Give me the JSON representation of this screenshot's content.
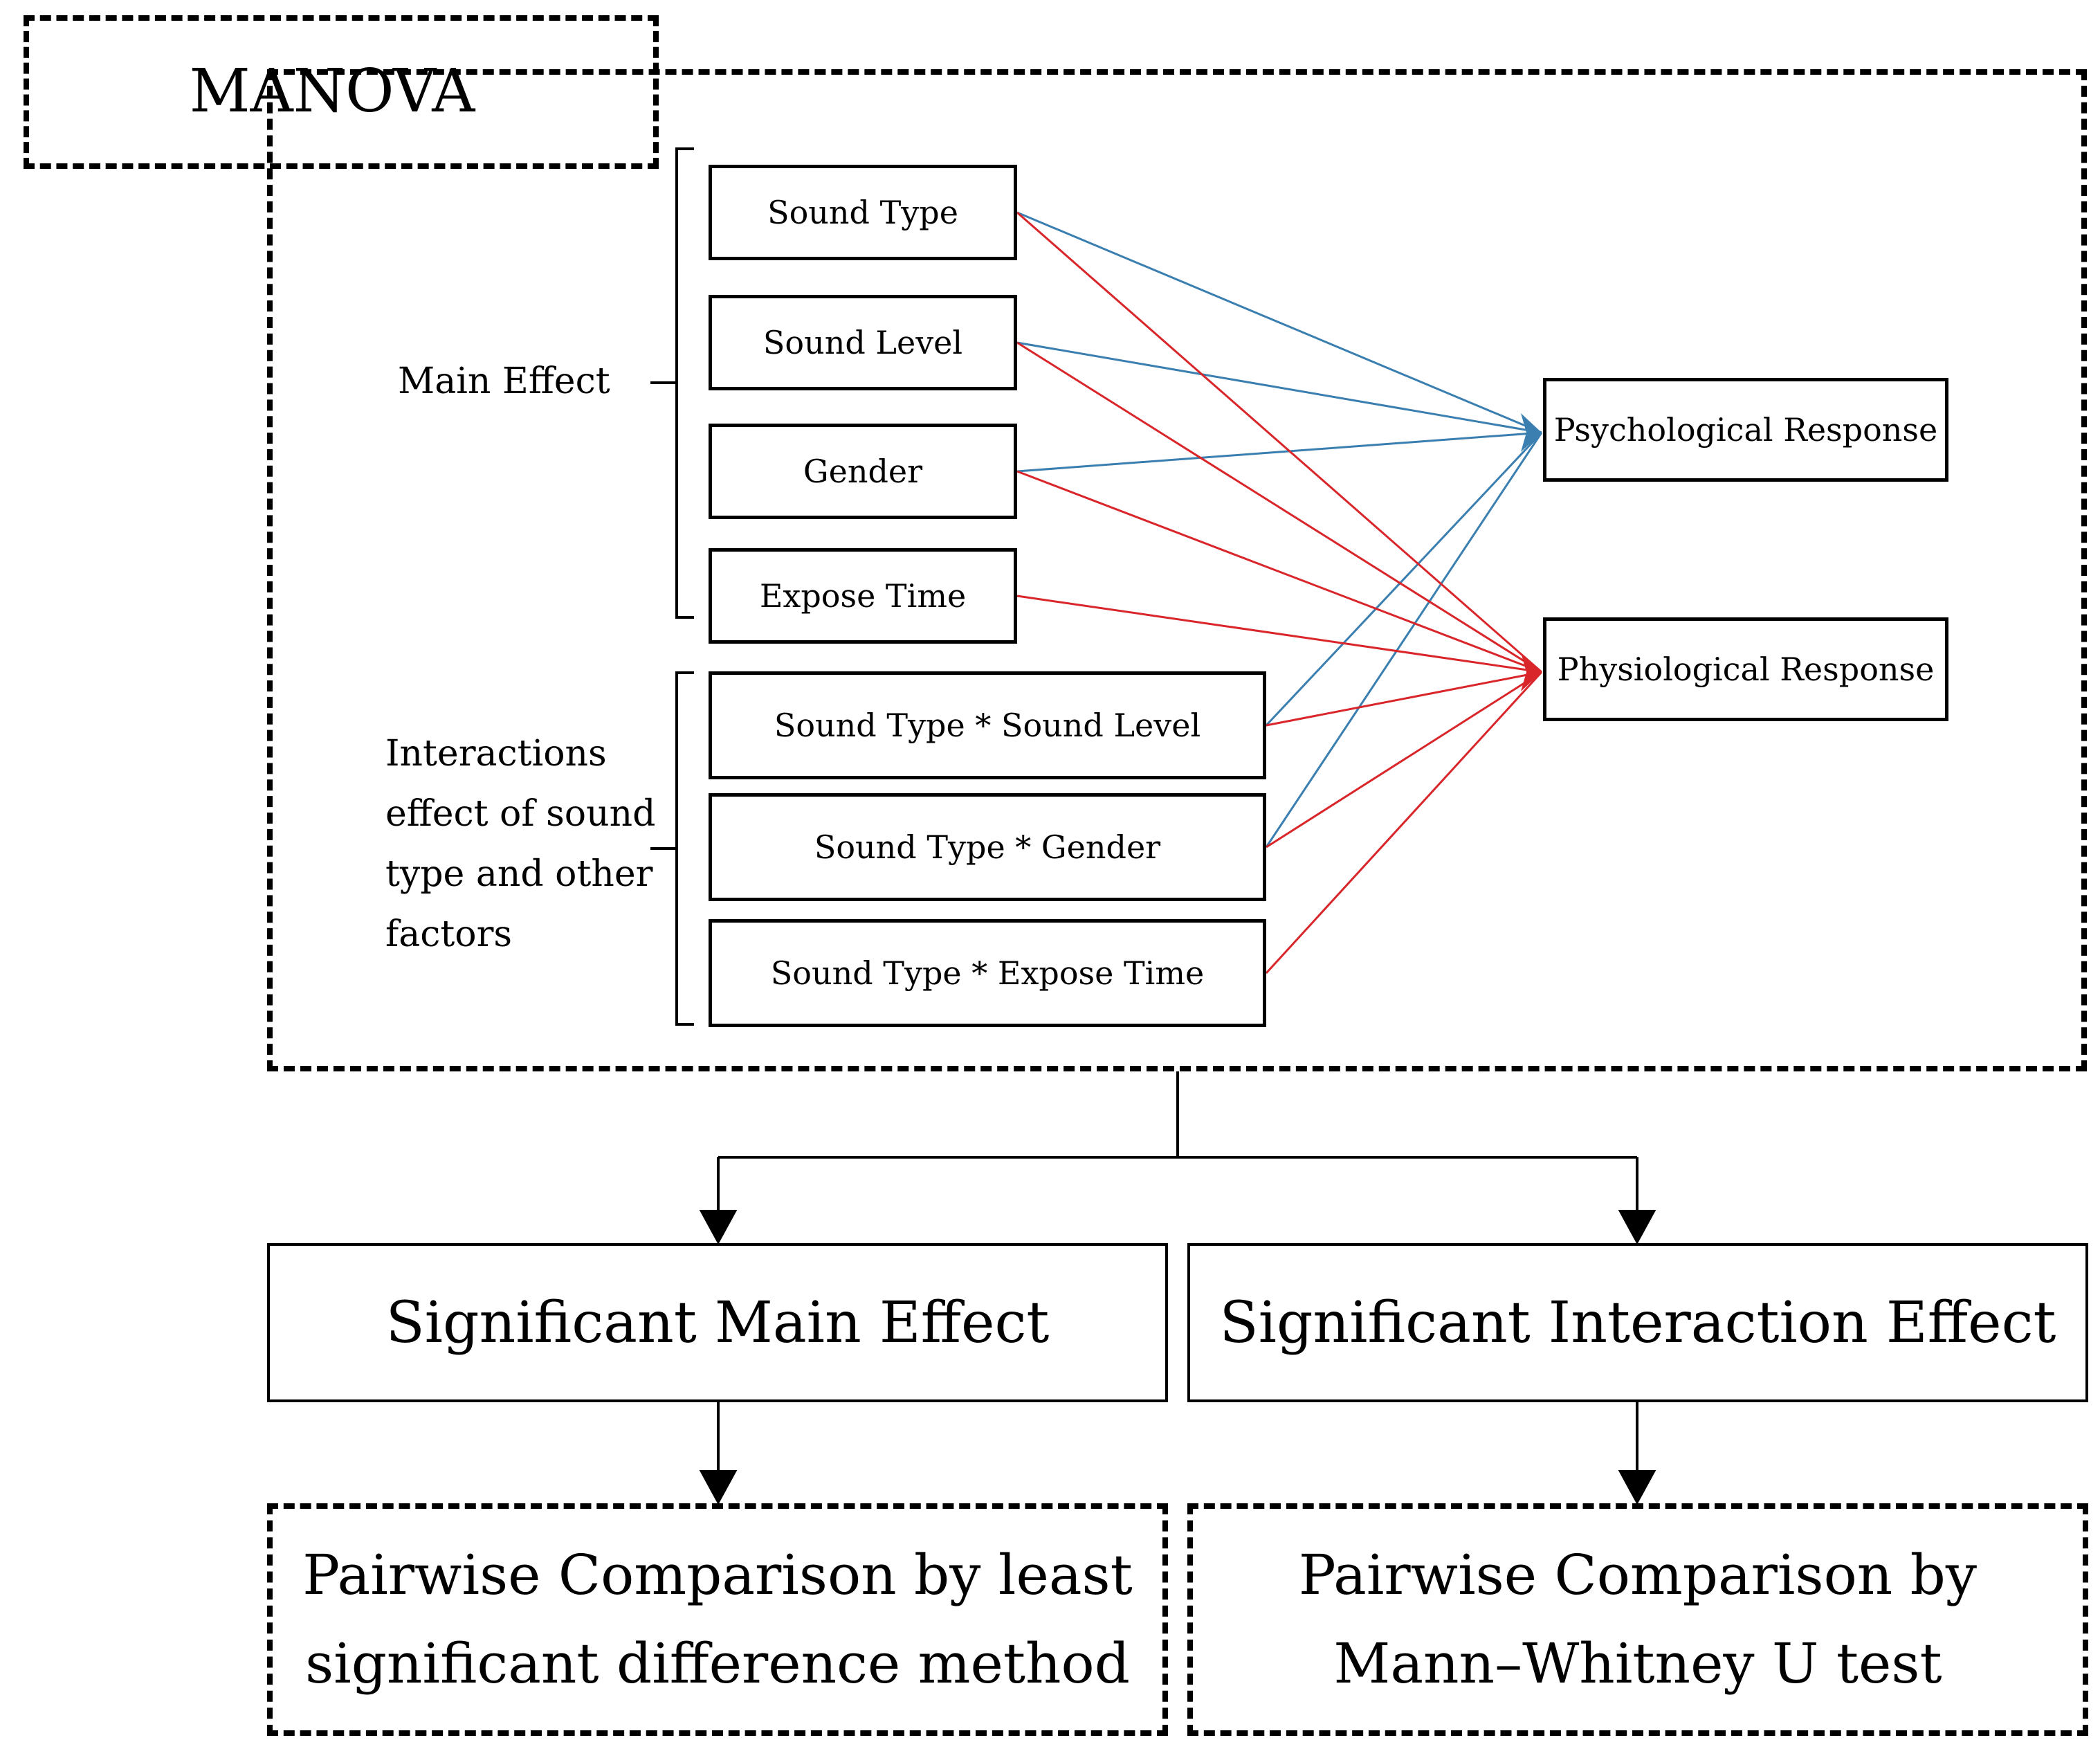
{
  "header": {
    "title": "MANOVA"
  },
  "groups": {
    "main_effect": "Main Effect",
    "interactions_lines": [
      "Interactions",
      "effect of sound",
      "type and other",
      "factors"
    ]
  },
  "factors": [
    "Sound Type",
    "Sound Level",
    "Gender",
    "Expose Time",
    "Sound Type * Sound Level",
    "Sound Type * Gender",
    "Sound Type * Expose Time"
  ],
  "responses": {
    "psychological": "Psychological Response",
    "physiological": "Physiological Response"
  },
  "results": {
    "main": "Significant Main Effect",
    "interaction": "Significant Interaction Effect"
  },
  "methods": {
    "lsd_lines": [
      "Pairwise Comparison by least",
      "significant difference method"
    ],
    "mw_lines": [
      "Pairwise Comparison by",
      "Mann–Whitney U test"
    ]
  },
  "colors": {
    "psychological_link": "#3a7fb0",
    "physiological_link": "#d9262b",
    "stroke": "#000000"
  },
  "links": {
    "psychological": [
      0,
      1,
      2,
      4,
      5
    ],
    "physiological": [
      0,
      1,
      2,
      3,
      4,
      5,
      6
    ]
  }
}
